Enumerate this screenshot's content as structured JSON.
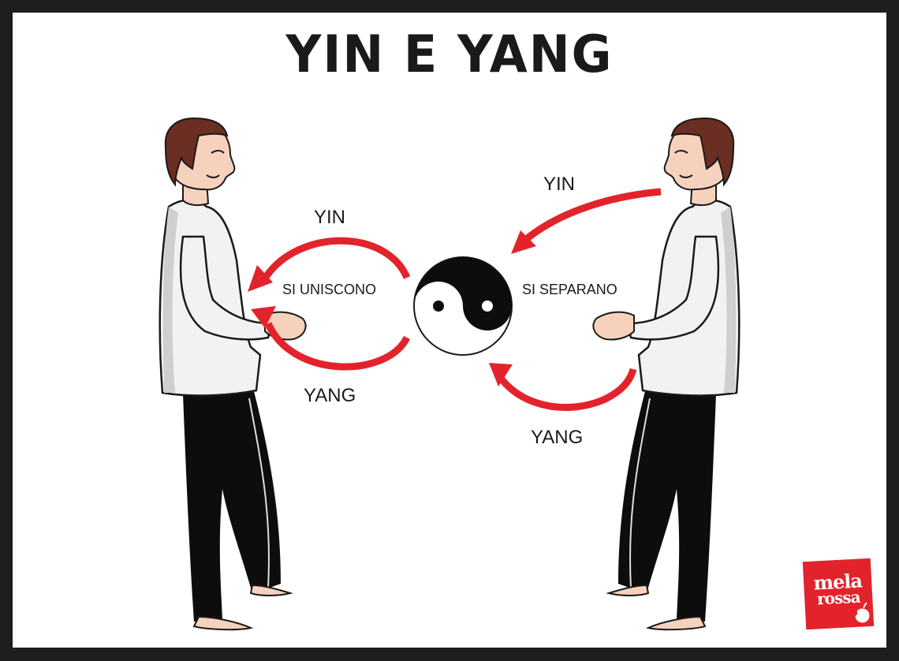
{
  "title": "YIN E YANG",
  "left_diagram": {
    "top_label": "YIN",
    "center_label": "SI UNISCONO",
    "bottom_label": "YANG"
  },
  "right_diagram": {
    "top_label": "YIN",
    "center_label": "SI SEPARANO",
    "bottom_label": "YANG"
  },
  "symbol": "yin-yang",
  "colors": {
    "frame": "#1e1e1e",
    "arrow": "#e3232c",
    "hair": "#6b2e22",
    "skin": "#f6d2bd",
    "shirt": "#f2f2f2",
    "pants": "#0d0d0d"
  },
  "logo": {
    "line1": "mela",
    "line2": "rossa"
  }
}
